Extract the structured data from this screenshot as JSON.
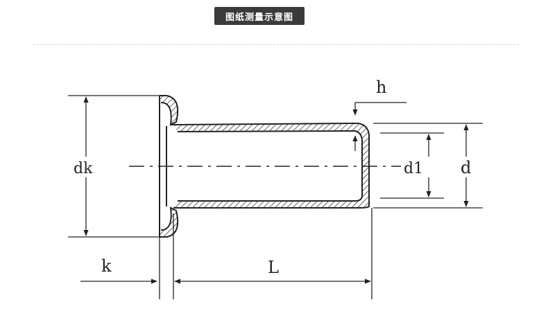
{
  "header": {
    "title": "图纸测量示意图"
  },
  "diagram": {
    "labels": {
      "h": "h",
      "dk": "dk",
      "d1": "d1",
      "d": "d",
      "k": "k",
      "L": "L"
    }
  }
}
